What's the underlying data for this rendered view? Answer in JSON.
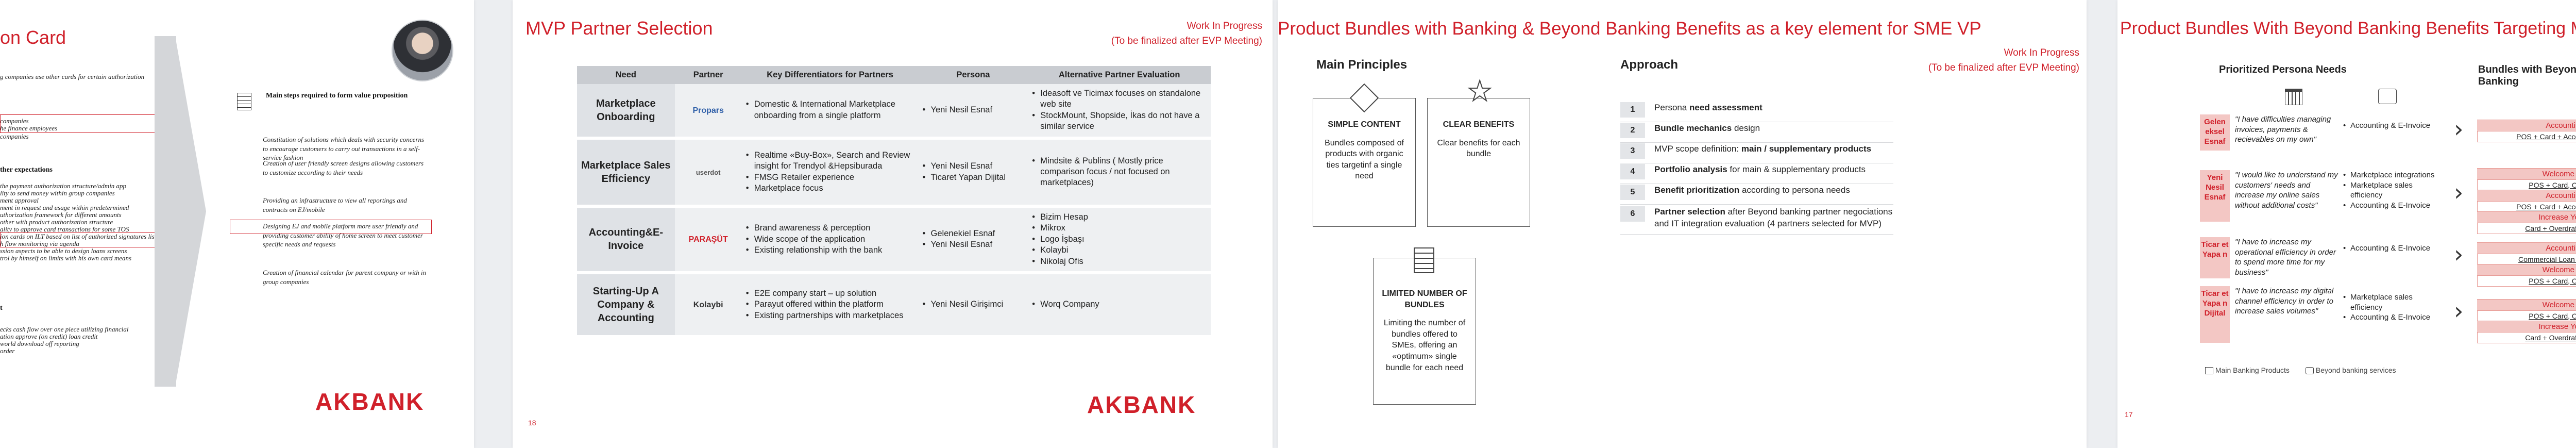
{
  "slide1": {
    "title": "on Card",
    "left_lines": [
      "g companies use other cards for certain authorization",
      "companies",
      "he finance employees",
      "companies",
      "",
      "ther expectations",
      "the payment authorization structure/admin app",
      "lity to send money within group companies",
      "ment approval",
      "ment in request and usage within predetermined",
      "uthorization framework for different amounts",
      "other with product authorization structure",
      "ality to approve card transactions for some TOS",
      "ion cards on ILT based on list of authorized signatures list",
      "h flow monitoring via agenda",
      "ssion aspects to be able to design loans screens",
      "trol by himself on limits with his own card means"
    ],
    "left_bottom_label": "t",
    "left_bottom_lines": [
      "ecks cash flow over one piece utilizing financial",
      "ation approve (on credit) loan credit",
      "world download off reporting",
      "order"
    ],
    "steps_heading": "Main steps required to form value proposition",
    "steps": [
      "Constitution of solutions which deals with security concerns to encourage customers to carry out transactions in a self-service fashion",
      "Creation of user friendly screen designs allowing customers to customize according to their needs",
      "Providing an infrastructure to view all reportings and contracts on EJ/mobile",
      "Designing EJ and mobile platform more user friendly and providing customer ability of home screen to meet customer specific needs and requests",
      "Creation of financial calendar for parent company or with in group companies"
    ],
    "logo": "AKBANK"
  },
  "slide2": {
    "title": "MVP Partner Selection",
    "wip_line1": "Work In Progress",
    "wip_line2": "(To be finalized after EVP Meeting)",
    "headers": [
      "Need",
      "Partner",
      "Key Differentiators for Partners",
      "Persona",
      "Alternative Partner Evaluation"
    ],
    "rows": [
      {
        "need": "Marketplace Onboarding",
        "partner": "Propars",
        "diff": [
          "Domestic & International Marketplace onboarding from a single platform"
        ],
        "persona": [
          "Yeni Nesil Esnaf"
        ],
        "alt": [
          "Ideasoft ve Ticimax focuses on standalone web site",
          "StockMount, Shopside, İkas do not have a similar service"
        ]
      },
      {
        "need": "Marketplace Sales Efficiency",
        "partner": "userdot",
        "diff": [
          "Realtime «Buy-Box», Search and Review insight for Trendyol &Hepsiburada",
          "FMSG Retailer experience",
          "Marketplace focus"
        ],
        "persona": [
          "Yeni Nesil Esnaf",
          "Ticaret Yapan Dijital"
        ],
        "alt": [
          "Mindsite & Publins ( Mostly price comparison focus / not focused on marketplaces)"
        ]
      },
      {
        "need": "Accounting&E-Invoice",
        "partner": "PARAŞÜT",
        "diff": [
          "Brand awareness & perception",
          "Wide scope of the application",
          "Existing relationship with the bank"
        ],
        "persona": [
          "Gelenekiel Esnaf",
          "Yeni Nesil Esnaf"
        ],
        "alt": [
          "Bizim Hesap",
          "Mikrox",
          "Logo İşbaşı",
          "Kolaybi",
          "Nikolaj Ofis"
        ]
      },
      {
        "need": "Starting-Up A Company & Accounting",
        "partner": "Kolaybi",
        "diff": [
          "E2E company start – up solution",
          "Parayut offered within the platform",
          "Existing partnerships with marketplaces"
        ],
        "persona": [
          "Yeni Nesil Girişimci"
        ],
        "alt": [
          "Worq Company"
        ]
      }
    ],
    "page": "18",
    "logo": "AKBANK"
  },
  "slide3": {
    "title": "Product Bundles with Banking & Beyond Banking Benefits as a key element for SME VP",
    "wip_line1": "Work In Progress",
    "wip_line2": "(To be finalized after EVP Meeting)",
    "principles_heading": "Main Principles",
    "approach_heading": "Approach",
    "principles": [
      {
        "title": "SIMPLE CONTENT",
        "text": "Bundles composed of products with organic ties targetinf a single need"
      },
      {
        "title": "CLEAR BENEFITS",
        "text": "Clear benefits for each bundle"
      },
      {
        "title": "LIMITED NUMBER OF BUNDLES",
        "text": "Limiting the number of bundles offered to SMEs, offering an «optimum» single bundle for each need"
      }
    ],
    "steps": [
      {
        "n": "1",
        "pre": "Persona ",
        "bold": "need assessment",
        "post": ""
      },
      {
        "n": "2",
        "pre": "",
        "bold": "Bundle mechanics",
        "post": " design"
      },
      {
        "n": "3",
        "pre": "MVP scope definition:  ",
        "bold": "main / supplementary products",
        "post": ""
      },
      {
        "n": "4",
        "pre": "",
        "bold": "Portfolio analysis",
        "post": " for main & supplementary products"
      },
      {
        "n": "5",
        "pre": "",
        "bold": "Benefit prioritization",
        "post": " according to persona needs"
      },
      {
        "n": "6",
        "pre": "",
        "bold": "Partner selection",
        "post": " after Beyond banking partner negociations and IT integration evaluation (4 partners selected for MVP)"
      }
    ]
  },
  "slide4": {
    "title": "Product Bundles With Beyond Banking Benefits Targeting Ma",
    "left_heading": "Prioritized Persona Needs",
    "right_heading": "Bundles with Beyond Banking",
    "rows": [
      {
        "persona": "Gelen eksel Esnaf",
        "quote": "\"I have difficulties managing invoices, payments & recievables on my own\"",
        "bullets": [
          "Accounting & E-Invoice"
        ],
        "bundles": [
          {
            "t": "Accounting Support Bu",
            "b": "POS + Card + Accounting & E- Invoice App"
          }
        ]
      },
      {
        "persona": "Yeni Nesil Esnaf",
        "quote": "\"I would like to understand my customers' needs and increase my online sales without additional costs\"",
        "bullets": [
          "Marketplace integrations",
          "Marketplace sales efficiency",
          "Accounting & E-Invoice"
        ],
        "bundles": [
          {
            "t": "Welcome to e-commerce",
            "b": "POS + Card, Overdraft + Marketpla"
          },
          {
            "t": "Accounting Support Bu",
            "b": "POS + Card + Accounting & E- Invoice App"
          },
          {
            "t": "Increase Your Online Sales",
            "b": "Card + Overdraft + Marketplace sales"
          }
        ]
      },
      {
        "persona": "Ticar et Yapa n",
        "quote": "\"I have to increase my operational efficiency in order to spend more time for my business\"",
        "bullets": [
          "Accounting & E-Invoice"
        ],
        "bundles": [
          {
            "t": "Accounting Support Bu",
            "b": "Commercial Loan + Card+Accounting & E"
          },
          {
            "t": "Welcome to e-commerce",
            "b": "POS + Card, Overdraft + Marketpla"
          }
        ]
      },
      {
        "persona": "Ticar et Yapa n Dijital",
        "quote": "\"I have to increase my digital channel efficiency in order to increase sales volumes\"",
        "bullets": [
          "Marketplace sales efficiency",
          "Accounting & E-Invoice"
        ],
        "bundles": [
          {
            "t": "Welcome to e-commerce",
            "b": "POS + Card, Overdraft + Marketpla"
          },
          {
            "t": "Increase Your Online Sales",
            "b": "Card + Overdraft + Marketplace sales"
          }
        ]
      }
    ],
    "legend_main": "Main Banking Products",
    "legend_beyond": "Beyond banking services",
    "page": "17"
  }
}
